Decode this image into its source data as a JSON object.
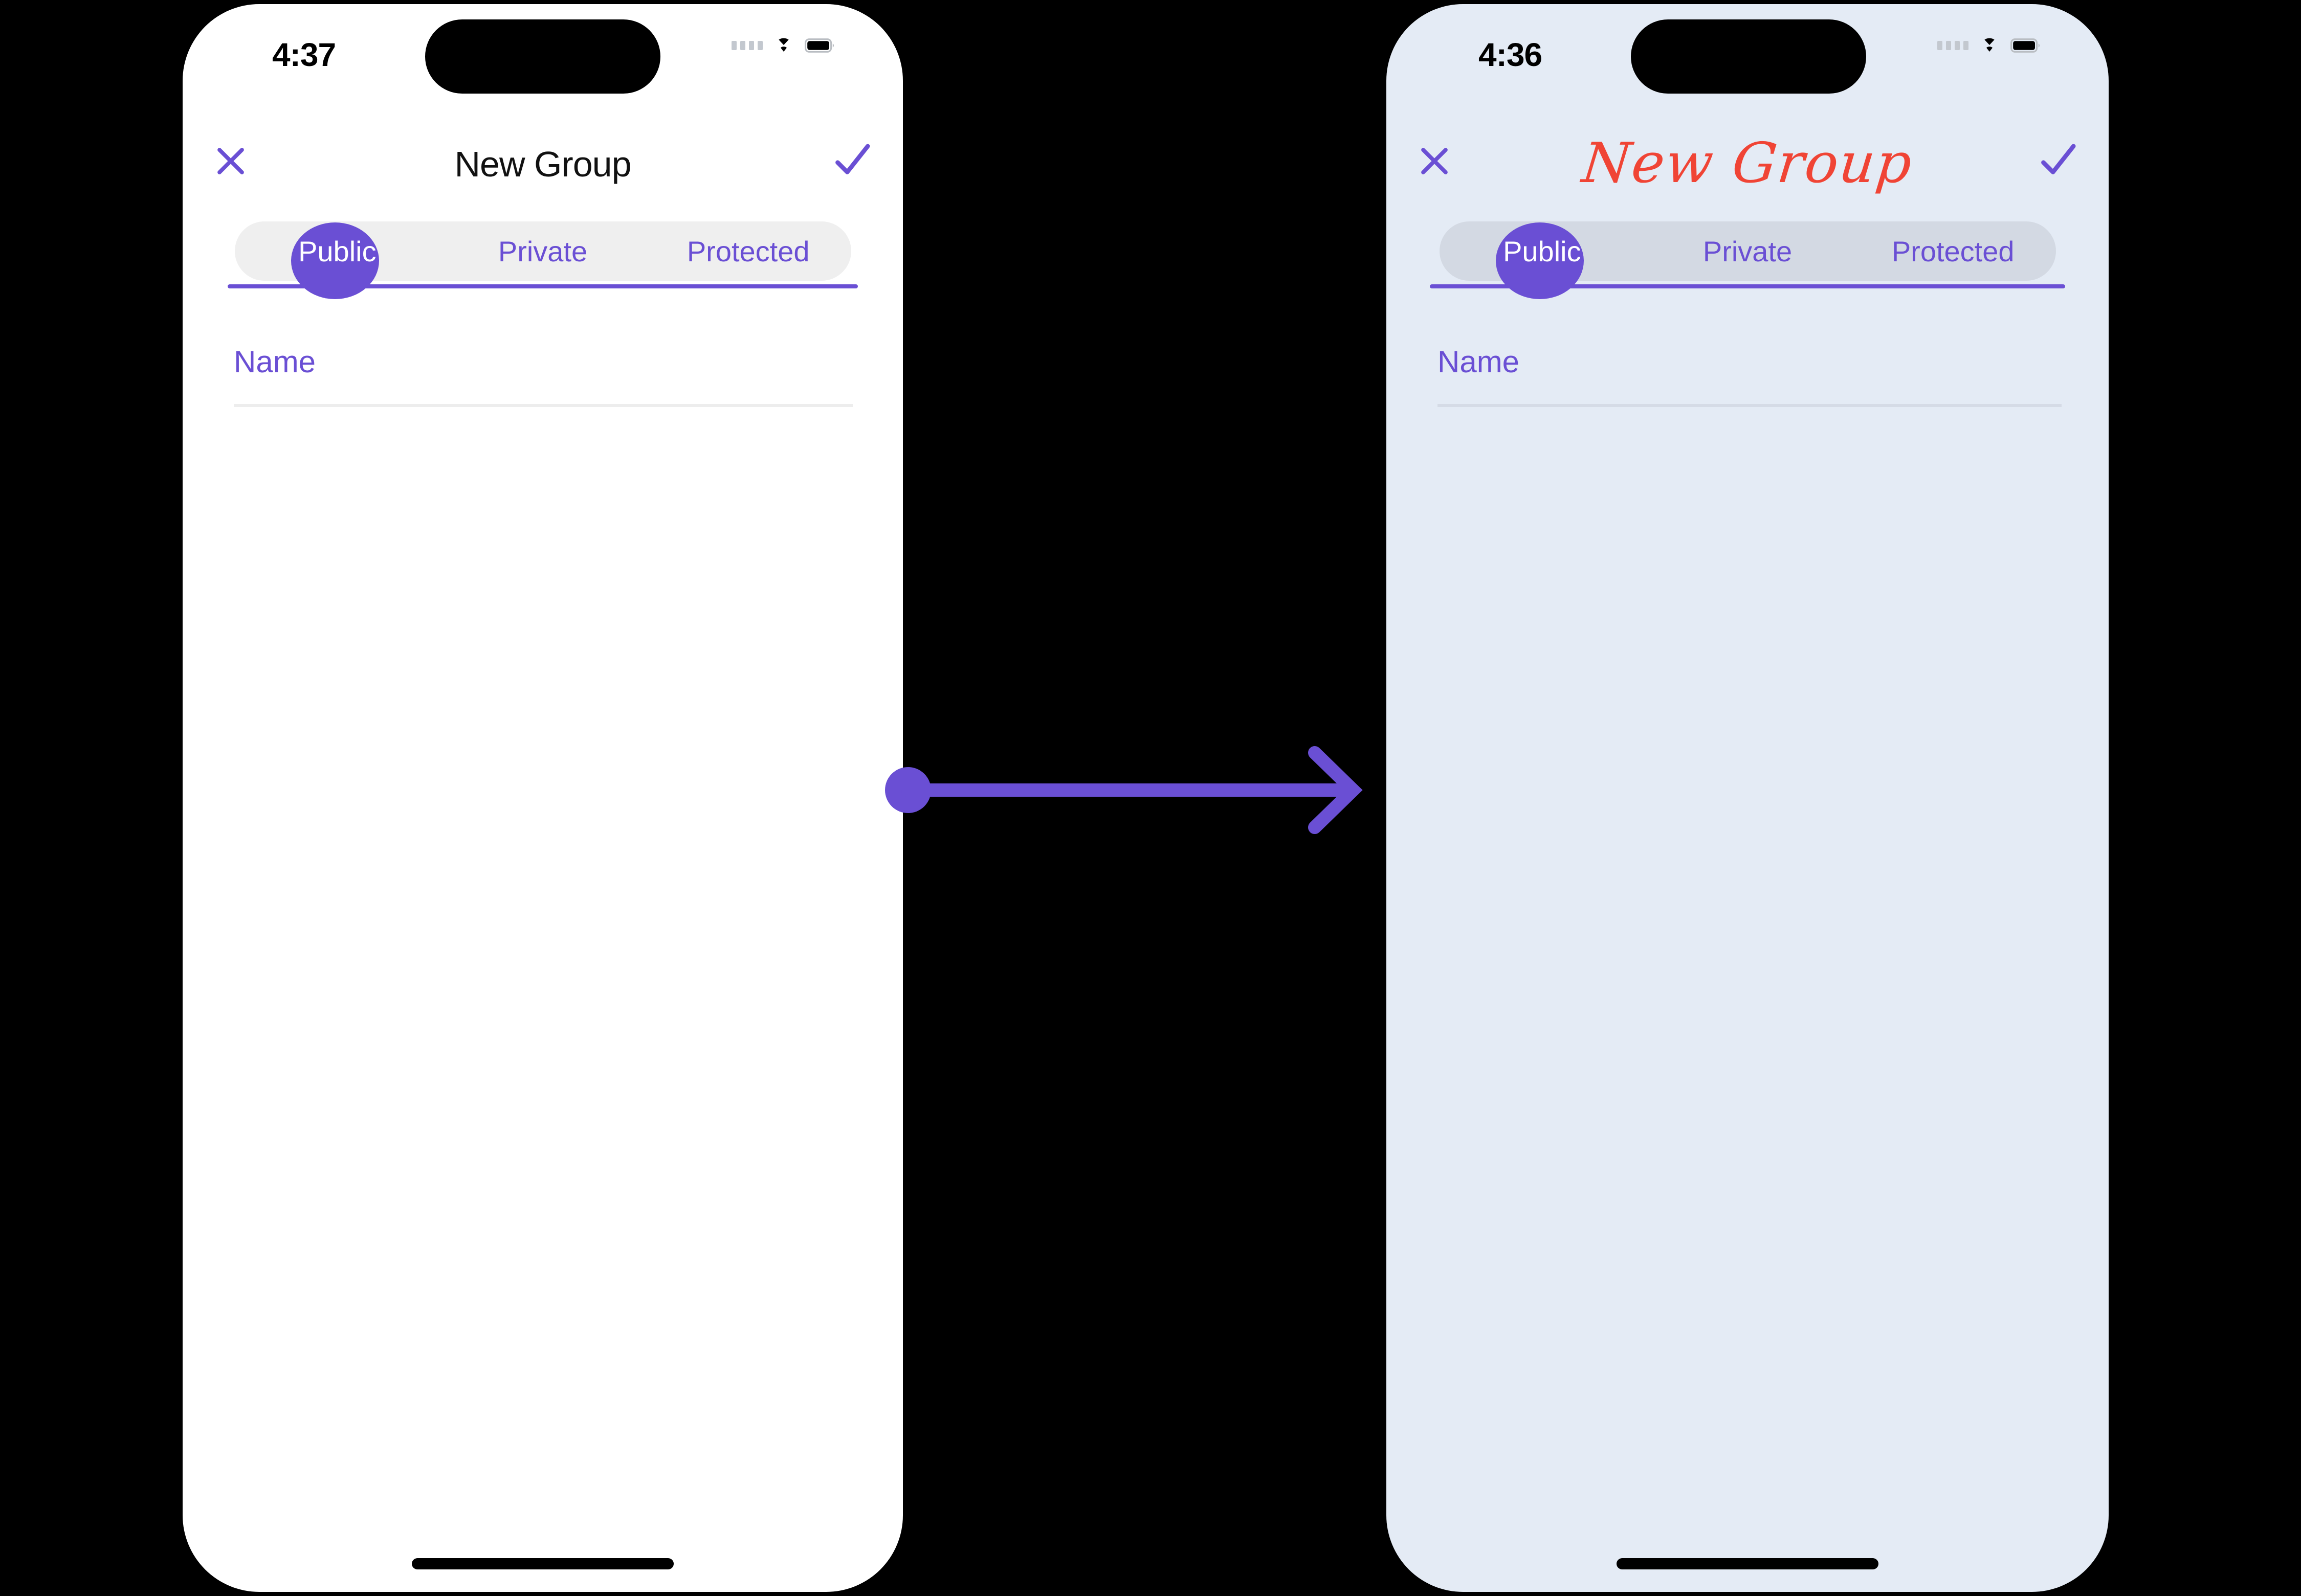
{
  "colors": {
    "accent_purple": "#6A4FD4",
    "title_red": "#F04435",
    "canvas_black": "#000000",
    "before_screen_bg": "#FFFFFF",
    "after_screen_bg": "#E4EBF5",
    "before_tabs_bg": "#EFEFEF",
    "after_tabs_bg": "#D3D9E3",
    "field_rule_before": "#EDEDED",
    "field_rule_after": "#D5DBE6"
  },
  "before": {
    "status": {
      "time": "4:37",
      "signal_icon": "signal-dots-icon",
      "wifi_icon": "wifi-icon",
      "battery_icon": "battery-full-icon",
      "notch_name": "dynamic-island"
    },
    "nav": {
      "close_icon": "close-x-icon",
      "title": "New Group",
      "confirm_icon": "checkmark-icon"
    },
    "tabs": {
      "selected_index": 0,
      "items": [
        {
          "label": "Public"
        },
        {
          "label": "Private"
        },
        {
          "label": "Protected"
        }
      ]
    },
    "form": {
      "name_field": {
        "label": "Name",
        "value": "",
        "placeholder": "Name"
      }
    },
    "home_indicator": "home-indicator"
  },
  "after": {
    "status": {
      "time": "4:36",
      "signal_icon": "signal-dots-icon",
      "wifi_icon": "wifi-icon",
      "battery_icon": "battery-full-icon",
      "notch_name": "dynamic-island"
    },
    "nav": {
      "close_icon": "close-x-icon",
      "title": "New Group",
      "confirm_icon": "checkmark-icon"
    },
    "tabs": {
      "selected_index": 0,
      "items": [
        {
          "label": "Public"
        },
        {
          "label": "Private"
        },
        {
          "label": "Protected"
        }
      ]
    },
    "form": {
      "name_field": {
        "label": "Name",
        "value": "",
        "placeholder": "Name"
      }
    },
    "home_indicator": "home-indicator"
  },
  "transition": {
    "arrow_icon": "arrow-right-icon",
    "arrow_color": "#6A4FD4",
    "direction": "left-to-right"
  }
}
